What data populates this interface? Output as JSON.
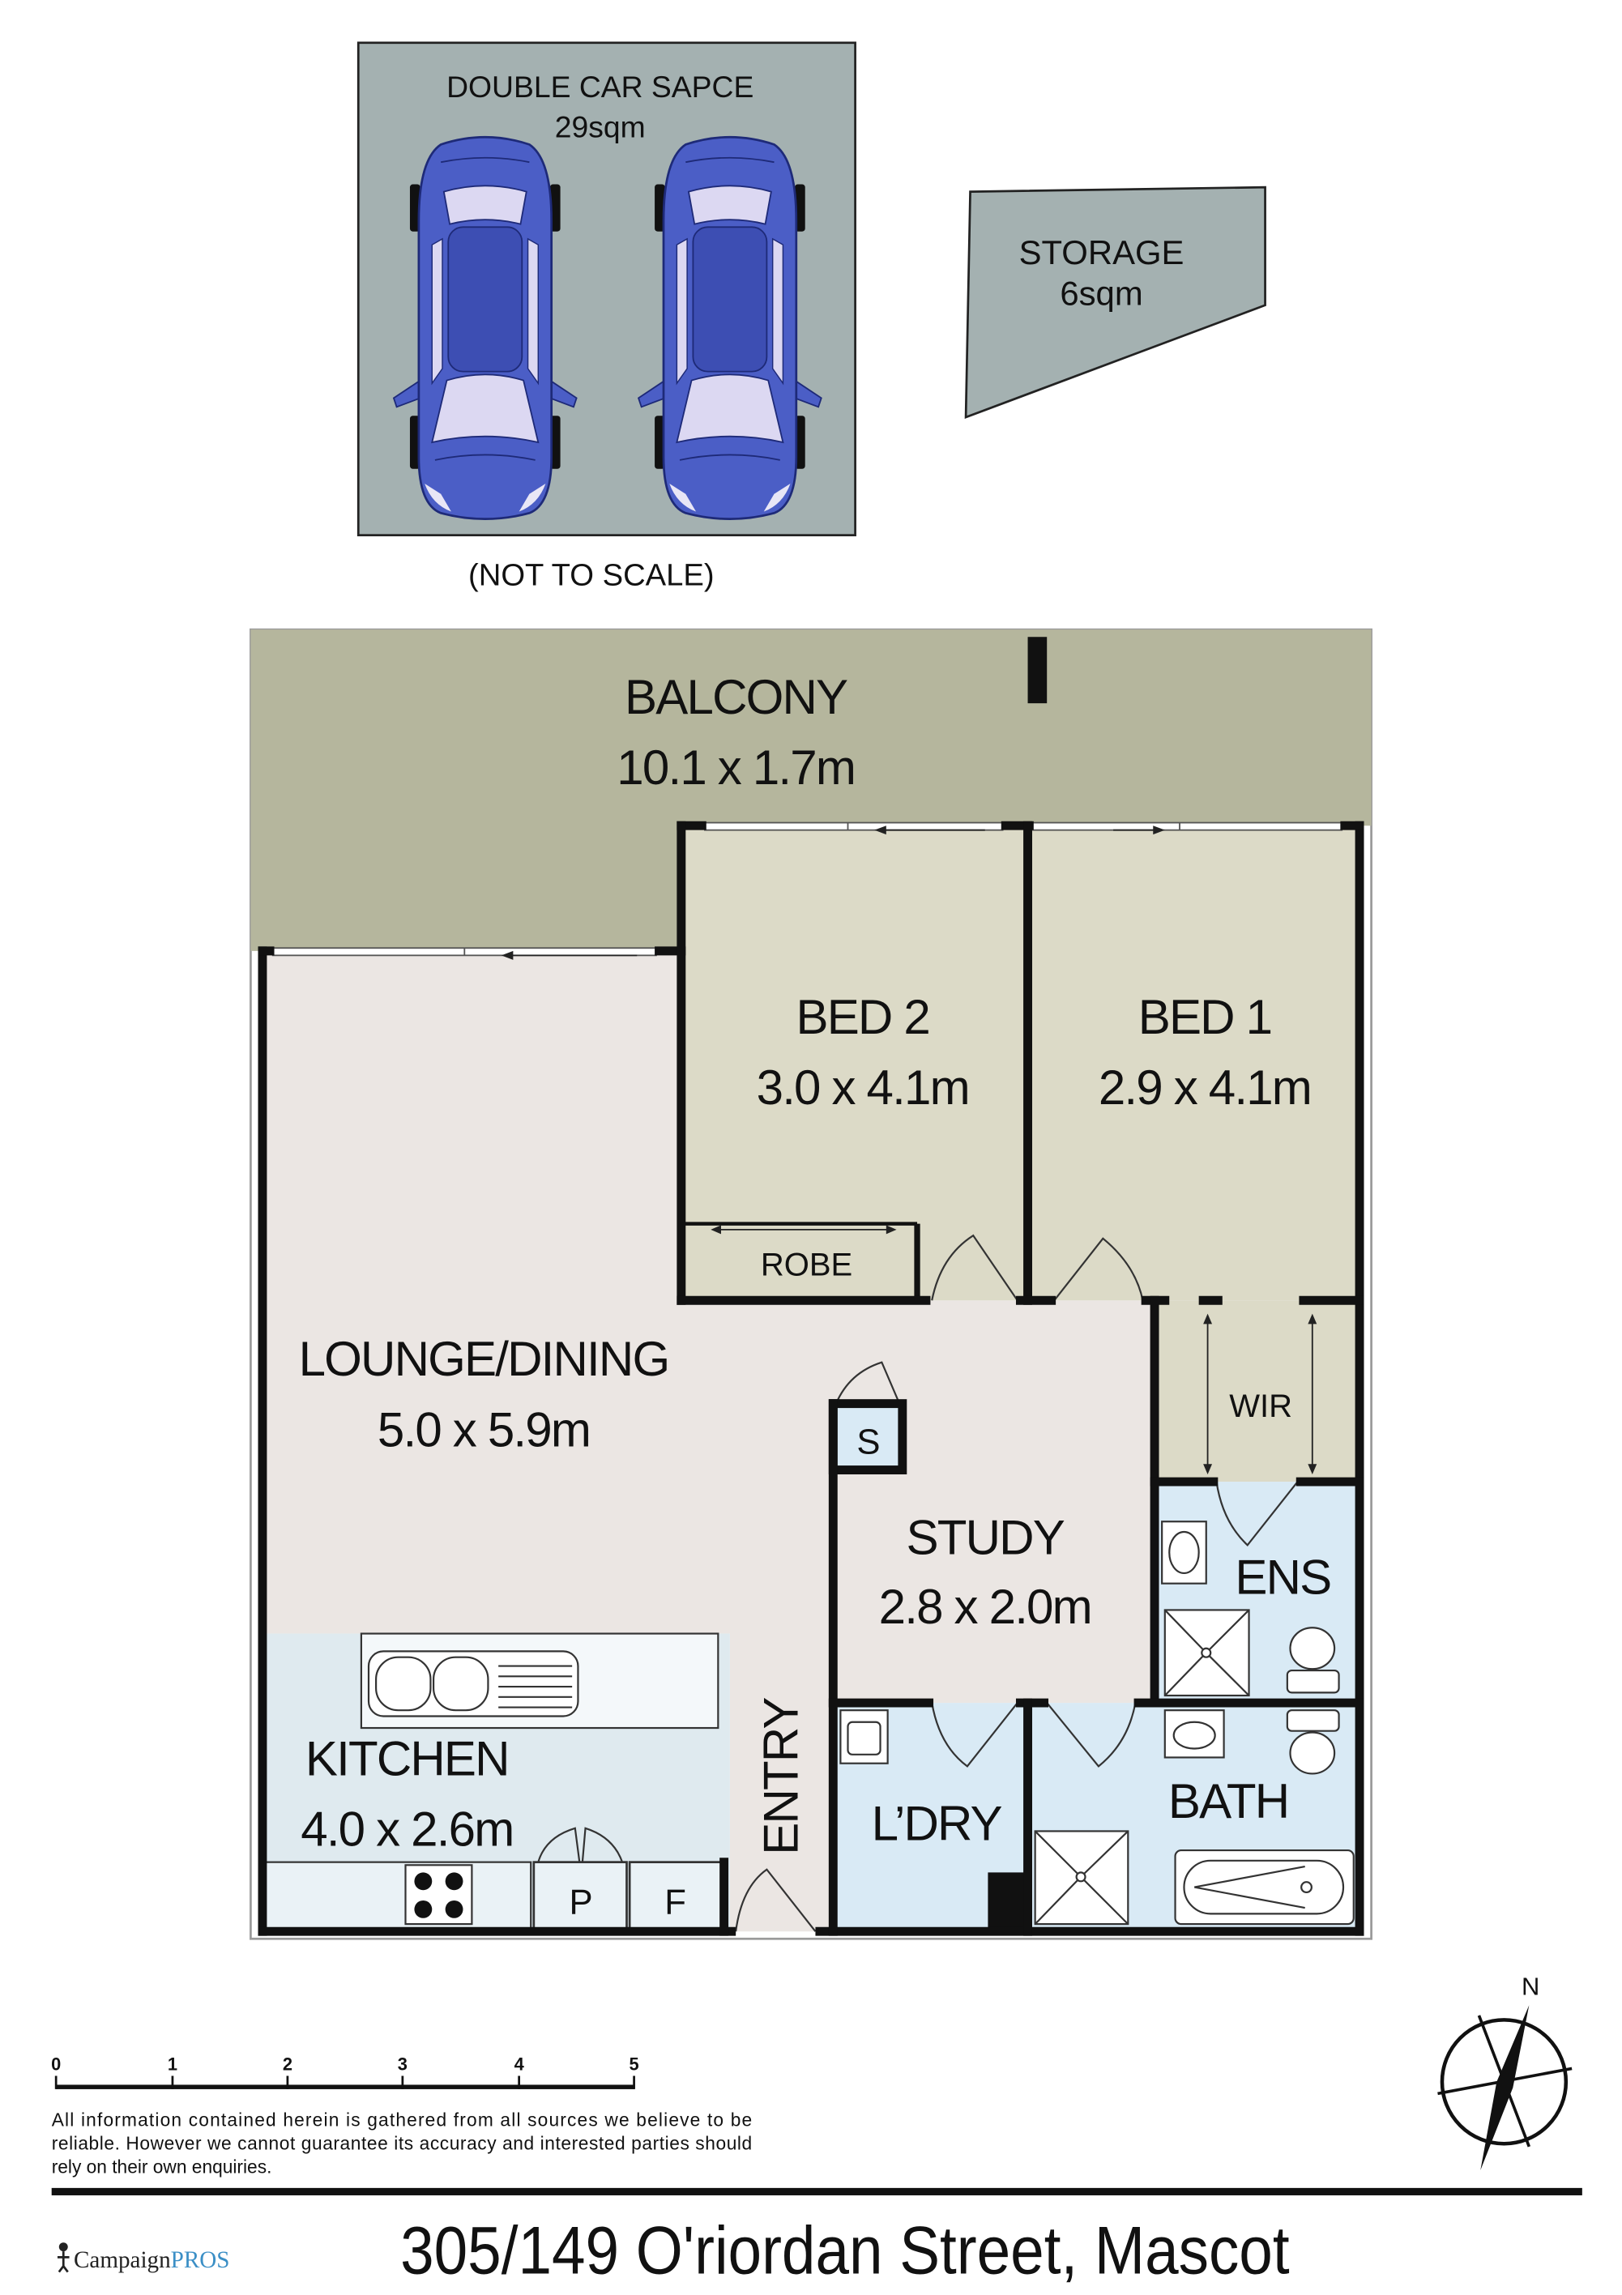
{
  "parking": {
    "title": "DOUBLE CAR SAPCE",
    "area": "29sqm"
  },
  "storage": {
    "title": "STORAGE",
    "area": "6sqm"
  },
  "scale_note": "(NOT TO SCALE)",
  "rooms": {
    "balcony": {
      "name": "BALCONY",
      "size": "10.1 x 1.7m"
    },
    "bed2": {
      "name": "BED 2",
      "size": "3.0 x 4.1m"
    },
    "bed1": {
      "name": "BED 1",
      "size": "2.9 x 4.1m"
    },
    "robe": {
      "name": "ROBE"
    },
    "wir": {
      "name": "WIR"
    },
    "lounge_dining": {
      "name": "LOUNGE/DINING",
      "size": "5.0 x 5.9m"
    },
    "kitchen": {
      "name": "KITCHEN",
      "size": "4.0 x 2.6m"
    },
    "study": {
      "name": "STUDY",
      "size": "2.8 x 2.0m"
    },
    "ensuite": {
      "name": "ENS"
    },
    "laundry": {
      "name": "L’DRY"
    },
    "bath": {
      "name": "BATH"
    },
    "entry": {
      "name": "ENTRY"
    }
  },
  "cupboards": {
    "store": "S",
    "pantry": "P",
    "fridge": "F"
  },
  "scale_bar": {
    "ticks": [
      "0",
      "1",
      "2",
      "3",
      "4",
      "5"
    ]
  },
  "disclaimer": {
    "lines": [
      "All information contained herein is gathered from all sources we believe to be",
      "reliable. However we cannot guarantee its accuracy and interested parties should",
      "rely on their own enquiries."
    ]
  },
  "compass": {
    "north_label": "N"
  },
  "address": "305/149 O'riordan Street, Mascot",
  "brand": {
    "name": "Campaign",
    "suffix": "PROS"
  },
  "colors": {
    "parking_fill": "#a4b1b1",
    "balcony_fill": "#b5b69d",
    "bedroom_fill": "#dcdac7",
    "living_fill": "#ebe6e3",
    "wet_area_fill": "#d9eaf5",
    "kitchen_fill": "#dfeaef",
    "car_body": "#4b5ec6",
    "car_roof": "#3d4eb3",
    "car_glass": "#dcd8f2",
    "brand_accent": "#3b8fc6"
  }
}
